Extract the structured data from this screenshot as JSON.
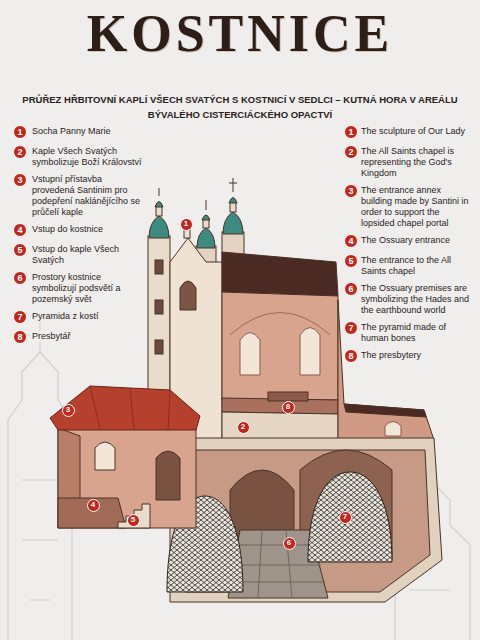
{
  "diagram": {
    "title": "KOSTNICE",
    "nodes": [
      {
        "text": [
          "1"
        ]
      },
      {
        "text": [
          "2"
        ]
      },
      {
        "text": [
          "3"
        ]
      },
      {
        "text": [
          "4"
        ]
      },
      {
        "text": [
          "5"
        ]
      },
      {
        "text": [
          "6"
        ]
      },
      {
        "text": [
          "7"
        ]
      },
      {
        "text": [
          "8"
        ]
      },
      {
        "text": [
          "1"
        ]
      },
      {
        "text": [
          "2"
        ]
      },
      {
        "text": [
          "3"
        ]
      },
      {
        "text": [
          "4"
        ]
      },
      {
        "text": [
          "5"
        ]
      },
      {
        "text": [
          "6"
        ]
      },
      {
        "text": [
          "7"
        ]
      },
      {
        "text": [
          "8"
        ]
      },
      {
        "text": [
          "1"
        ]
      },
      {
        "text": [
          "3"
        ]
      },
      {
        "text": [
          "8"
        ]
      },
      {
        "text": [
          "2"
        ]
      },
      {
        "text": [
          "4"
        ]
      },
      {
        "text": [
          "7"
        ]
      },
      {
        "text": [
          "5"
        ]
      },
      {
        "text": [
          "6"
        ]
      }
    ],
    "labels": [
      "PRŮŘEZ HŘBITOVNÍ KAPLÍ VŠECH SVATÝCH S KOSTNICÍ V SEDLCI – KUTNÁ HORA V AREÁLU BÝVALÉHO CISTERCIÁCKÉHO OPACTVÍ",
      "Socha Panny Marie",
      "Kaple Všech Svatých symbolizuje Boží Království",
      "Vstupní přístavba provedená Santinim pro podepření naklánějícího se průčelí kaple",
      "Vstup do kostnice",
      "Vstup do kaple Všech Svatých",
      "Prostory kostnice symbolizují podsvětí a pozemský svět",
      "Pyramida z kostí",
      "Presbytář",
      "The sculpture of Our Lady",
      "The All Saints chapel is representing the God's Kingdom",
      "The entrance annex building made by Santini in order to support the lopsided chapel portal",
      "The Ossuary entrance",
      "The entrance to the All Saints chapel",
      "The Ossuary premises are symbolizing the Hades and the earthbound world",
      "The pyramid made of human bones",
      "The presbytery"
    ]
  }
}
